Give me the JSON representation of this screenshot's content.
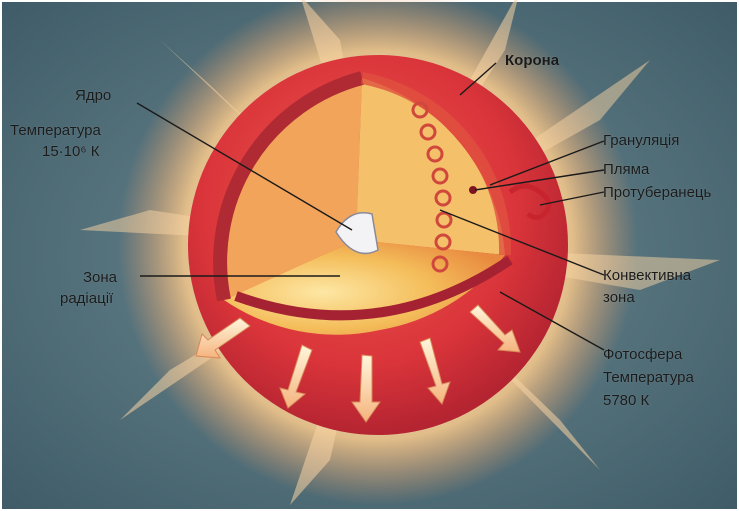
{
  "labels": {
    "core": "Ядро",
    "core_temp_title": "Температура",
    "core_temp_value": "15·10⁶ К",
    "radiation_zone_line1": "Зона",
    "radiation_zone_line2": "радіації",
    "corona": "Корона",
    "granulation": "Грануляція",
    "spot": "Пляма",
    "prominence": "Протуберанець",
    "convective_line1": "Конвективна",
    "convective_line2": "зона",
    "photosphere": "Фотосфера",
    "photosphere_temp_title": "Температура",
    "photosphere_temp_value": "5780 К"
  },
  "colors": {
    "background": "#4f6f7a",
    "corona_glow": "#f7c98e",
    "sun_surface": "#d9343a",
    "sun_dark": "#9b1f2a",
    "interior": "#f2b64e",
    "core": "#f2f2f4"
  }
}
